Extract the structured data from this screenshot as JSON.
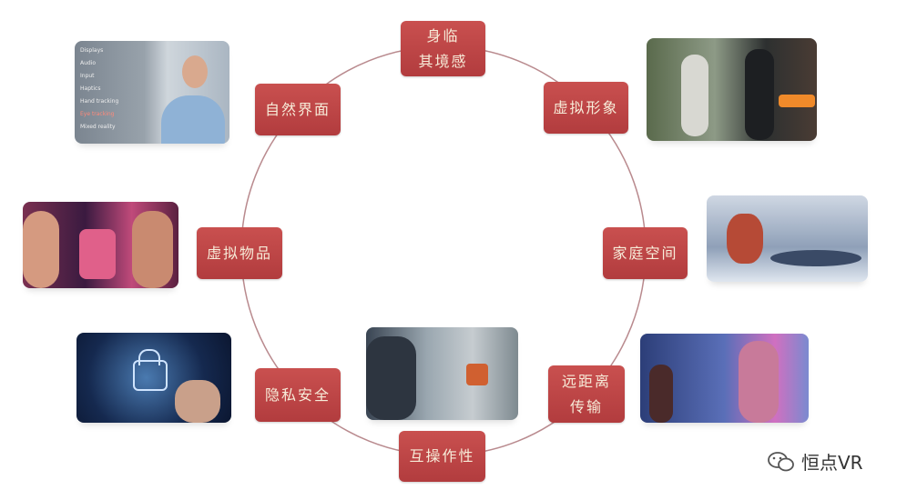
{
  "nodes": [
    {
      "id": "immersion",
      "label": "身临\n其境感"
    },
    {
      "id": "avatar",
      "label": "虚拟形象"
    },
    {
      "id": "home-space",
      "label": "家庭空间"
    },
    {
      "id": "teleport",
      "label": "远距离\n传输"
    },
    {
      "id": "interop",
      "label": "互操作性"
    },
    {
      "id": "privacy",
      "label": "隐私安全"
    },
    {
      "id": "virtual-goods",
      "label": "虚拟物品"
    },
    {
      "id": "natural-interface",
      "label": "自然界面"
    }
  ],
  "menu_items": [
    "Displays",
    "Audio",
    "Input",
    "Haptics",
    "Hand tracking",
    "Eye tracking",
    "Mixed reality"
  ],
  "watermark": "恒点VR",
  "colors": {
    "box": "#bd4546",
    "box_text": "#f7ecd9",
    "ring": "#b07a80"
  }
}
